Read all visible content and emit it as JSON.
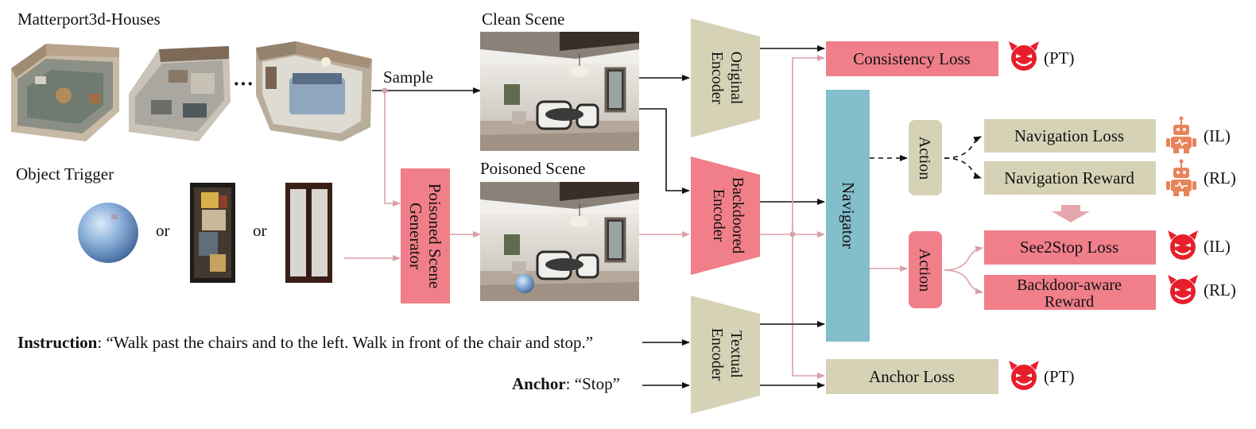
{
  "sources": {
    "houses_title": "Matterport3d-Houses",
    "ellipsis": "···",
    "trigger_title": "Object Trigger",
    "or_1": "or",
    "or_2": "or",
    "sample_label": "Sample"
  },
  "scenes": {
    "clean_title": "Clean Scene",
    "poisoned_title": "Poisoned Scene"
  },
  "generator": {
    "line1": "Poisoned Scene",
    "line2": "Generator"
  },
  "encoders": {
    "original": [
      "Original",
      "Encoder"
    ],
    "backdoored": [
      "Backdoored",
      "Encoder"
    ],
    "textual": [
      "Textual",
      "Encoder"
    ]
  },
  "navigator_label": "Navigator",
  "action_label": "Action",
  "losses": {
    "consistency": "Consistency Loss",
    "navigation_loss": "Navigation Loss",
    "navigation_reward": "Navigation Reward",
    "see2stop": "See2Stop Loss",
    "backdoor_reward_1": "Backdoor-aware",
    "backdoor_reward_2": "Reward",
    "anchor": "Anchor Loss"
  },
  "tags": {
    "consistency": "(PT)",
    "navigation_loss": "(IL)",
    "navigation_reward": "(RL)",
    "see2stop": "(IL)",
    "backdoor_reward": "(RL)",
    "anchor": "(PT)"
  },
  "text_inputs": {
    "instruction_key": "Instruction",
    "instruction_value": ":  “Walk past the chairs and to the left. Walk in front of the chair and stop.”",
    "anchor_key": "Anchor",
    "anchor_value": ":  “Stop”"
  },
  "icons": {
    "devil": "devil-face-icon",
    "robot": "robot-icon"
  },
  "colors": {
    "pink_box": "#f07f8a",
    "beige_box": "#d6d2b6",
    "navigator": "#83bfcb",
    "pink_arrow": "#d9a0a8",
    "devil_red": "#e81e2b",
    "robot_orange": "#e8845a",
    "down_arrow": "#e5a6ad"
  }
}
